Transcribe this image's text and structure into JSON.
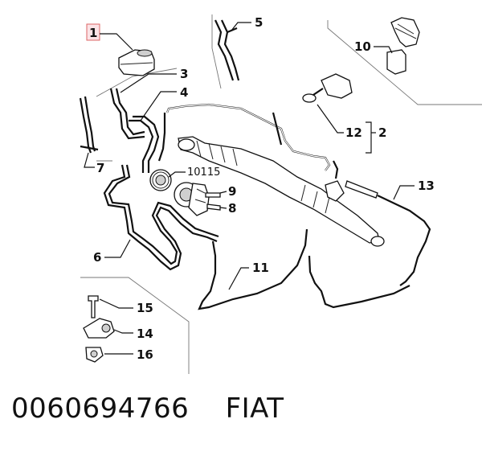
{
  "diagram": {
    "callouts": {
      "c1": "1",
      "c2": "2",
      "c3": "3",
      "c4": "4",
      "c5": "5",
      "c6": "6",
      "c7": "7",
      "c8": "8",
      "c9": "9",
      "c10": "10",
      "c11": "11",
      "c12": "12",
      "c13": "13",
      "c14": "14",
      "c15": "15",
      "c16": "16",
      "c10115": "10115"
    }
  },
  "footer": {
    "part_number": "0060694766",
    "brand": "FIAT"
  }
}
